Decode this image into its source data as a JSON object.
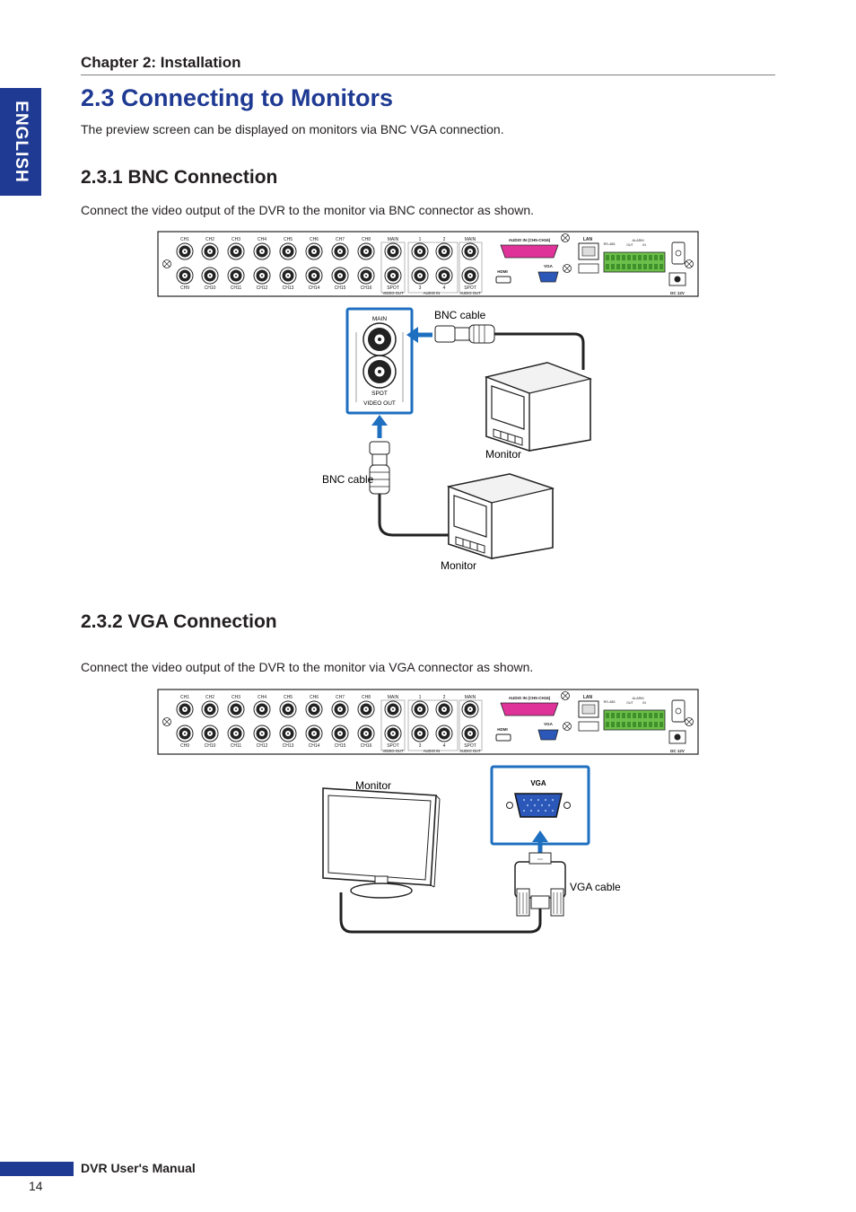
{
  "sidebar": {
    "language_tab": "ENGLISH"
  },
  "header": {
    "chapter": "Chapter 2: Installation"
  },
  "section": {
    "title": "2.3 Connecting to Monitors",
    "intro": "The preview screen can be displayed on monitors via BNC VGA connection."
  },
  "bnc": {
    "title": "2.3.1 BNC Connection",
    "text": "Connect the video output of the DVR to the monitor via BNC connector as shown.",
    "labels": {
      "bnc_cable_top": "BNC cable",
      "bnc_cable_left": "BNC cable",
      "monitor_right": "Monitor",
      "monitor_bottom": "Monitor",
      "zoom_main": "MAIN",
      "zoom_spot": "SPOT",
      "zoom_video_out": "VIDEO OUT"
    }
  },
  "vga": {
    "title": "2.3.2 VGA Connection",
    "text": "Connect the video output of the DVR to the monitor via VGA connector as shown.",
    "labels": {
      "monitor": "Monitor",
      "vga_cable": "VGA cable",
      "zoom_vga": "VGA"
    }
  },
  "dvr_panel": {
    "top_channels": [
      "CH1",
      "CH2",
      "CH3",
      "CH4",
      "CH5",
      "CH6",
      "CH7",
      "CH8"
    ],
    "bottom_channels": [
      "CH9",
      "CH10",
      "CH11",
      "CH12",
      "CH13",
      "CH14",
      "CH15",
      "CH16"
    ],
    "main": "MAIN",
    "spot": "SPOT",
    "video_out": "VIDEO OUT",
    "audio_in_top": [
      "1",
      "2"
    ],
    "audio_in_bottom": [
      "3",
      "4"
    ],
    "audio_in": "AUDIO IN",
    "audio_out_main": "MAIN",
    "audio_out_spot": "SPOT",
    "audio_out": "AUDIO OUT",
    "audio_in_header": "AUDIO IN (CH5-CH16)",
    "hdmi": "HDMI",
    "vga": "VGA",
    "lan": "LAN",
    "rs485": "RS-485",
    "alarm": "ALARM",
    "alarm_out": "OUT",
    "alarm_in": "IN",
    "dc": "DC 12V"
  },
  "footer": {
    "manual_title": "DVR User's Manual",
    "page_number": "14"
  },
  "colors": {
    "accent": "#1f3a93",
    "arrow": "#1e6fc0",
    "audio_port": "#e0339a",
    "vga_port": "#2b57b8"
  }
}
